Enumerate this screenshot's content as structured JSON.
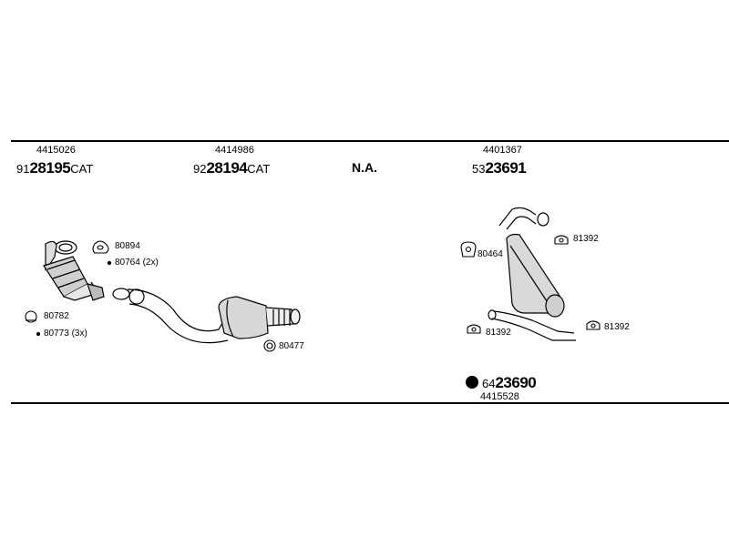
{
  "groups": [
    {
      "code": "4415026",
      "prefix": "91",
      "number": "28195",
      "suffix": "CAT"
    },
    {
      "code": "4414986",
      "prefix": "92",
      "number": "28194",
      "suffix": "CAT"
    },
    {
      "label": "N.A."
    },
    {
      "code": "4401367",
      "prefix": "53",
      "number": "23691",
      "suffix": ""
    }
  ],
  "bottom_part": {
    "prefix": "64",
    "number": "23690",
    "code": "4415528"
  },
  "small_parts": {
    "p80894": "80894",
    "p80764": "80764 (2x)",
    "p80782": "80782",
    "p80773": "80773 (3x)",
    "p80477": "80477",
    "p80464": "80464",
    "p81392a": "81392",
    "p81392b": "81392",
    "p81392c": "81392"
  }
}
